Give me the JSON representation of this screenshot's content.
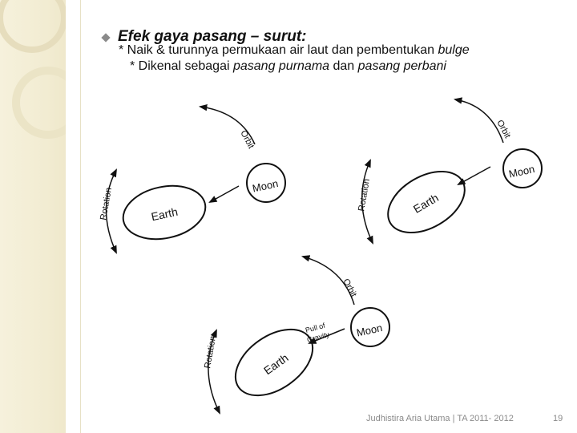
{
  "slide": {
    "title": "Efek gaya pasang – surut:",
    "line1": "* Naik & turunnya permukaan air laut dan pembentukan ",
    "line1_italic": "bulge",
    "line2_prefix": "* Dikenal sebagai ",
    "line2_italic1": "pasang purnama",
    "line2_mid": " dan ",
    "line2_italic2": "pasang perbani"
  },
  "diagram": {
    "earth_label": "Earth",
    "moon_label": "Moon",
    "orbit_label": "Orbit",
    "rotation_label": "Rotation",
    "gravity_line1": "Pull of",
    "gravity_line2": "Gravity"
  },
  "footer": {
    "author": "Judhistira Aria Utama | TA 2011- 2012",
    "page": "19"
  },
  "colors": {
    "sidebar": "#f4efd7",
    "text": "#111111",
    "footer": "#8a8a8a"
  }
}
